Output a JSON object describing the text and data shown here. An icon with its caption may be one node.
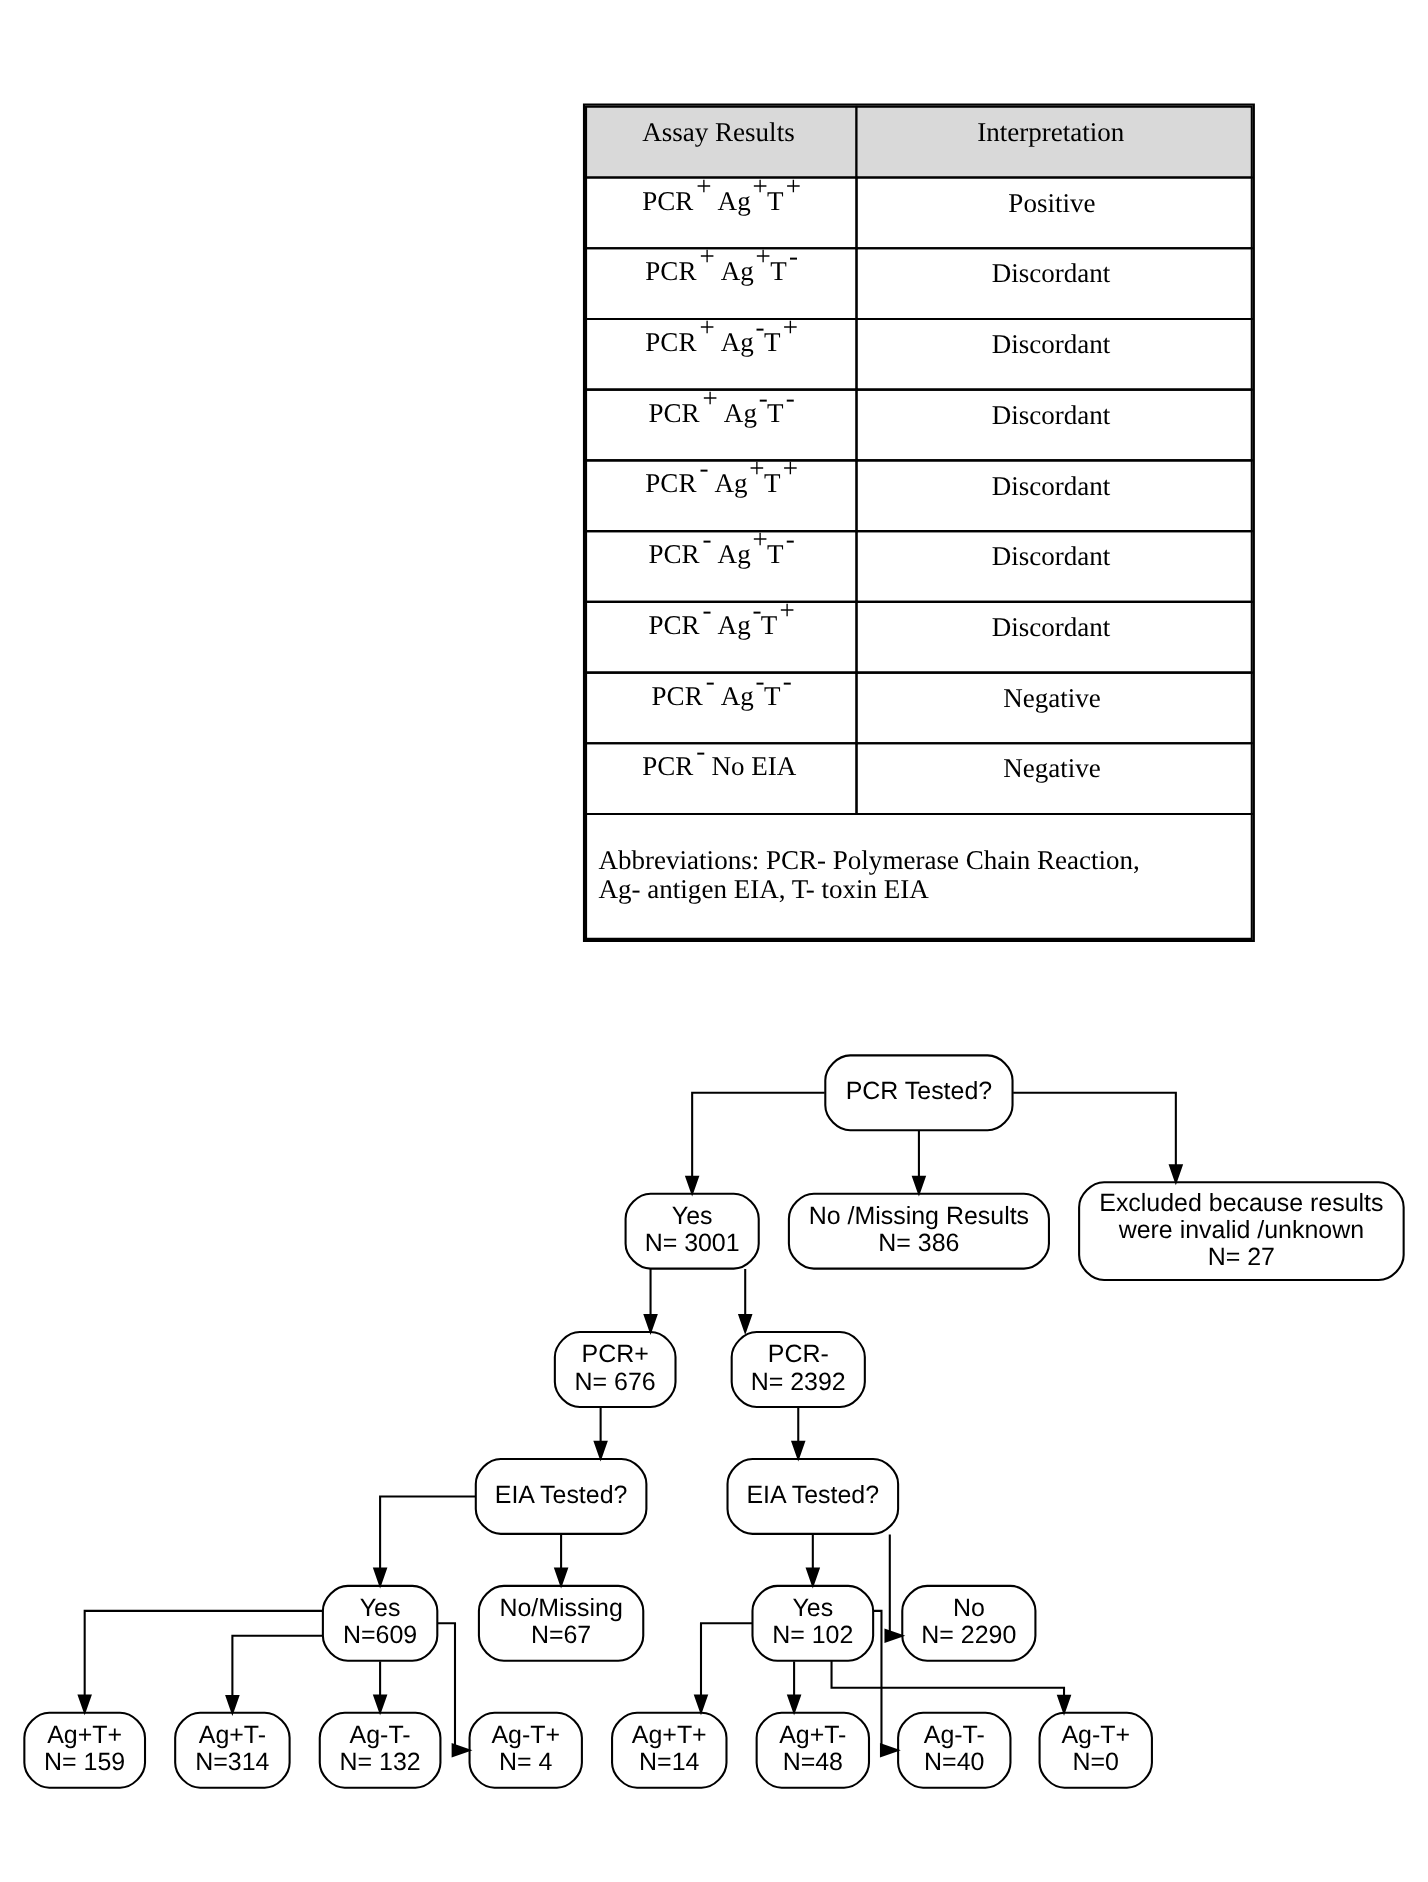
{
  "diagram": {
    "nodes": [
      {
        "text": [
          "PCR Tested?"
        ]
      },
      {
        "text": [
          "Yes",
          "N= 3001"
        ]
      },
      {
        "text": [
          "No /Missing Results",
          "N= 386"
        ]
      },
      {
        "text": [
          "Excluded because results were invalid /unknown",
          "N= 27"
        ]
      },
      {
        "text": [
          "PCR+",
          "N= 676"
        ]
      },
      {
        "text": [
          "PCR-",
          "N= 2392"
        ]
      },
      {
        "text": [
          "EIA Tested?"
        ]
      },
      {
        "text": [
          "EIA Tested?"
        ]
      },
      {
        "text": [
          "Yes",
          "N=609"
        ]
      },
      {
        "text": [
          "No/Missing",
          "N=67"
        ]
      },
      {
        "text": [
          "Yes",
          "N= 102"
        ]
      },
      {
        "text": [
          "No",
          "N= 2290"
        ]
      },
      {
        "text": [
          "Ag+T+",
          "N= 159"
        ]
      },
      {
        "text": [
          "Ag+T-",
          "N=314"
        ]
      },
      {
        "text": [
          "Ag-T-",
          "N= 132"
        ]
      },
      {
        "text": [
          "Ag-T+",
          "N= 4"
        ]
      },
      {
        "text": [
          "Ag+T+",
          "N=14"
        ]
      },
      {
        "text": [
          "Ag+T-",
          "N=48"
        ]
      },
      {
        "text": [
          "Ag-T-",
          "N=40"
        ]
      },
      {
        "text": [
          "Ag-T+",
          "N=0"
        ]
      }
    ],
    "edges": [
      {
        "from": 0,
        "to": 1,
        "arrow": "to"
      },
      {
        "from": 0,
        "to": 2,
        "arrow": "to"
      },
      {
        "from": 0,
        "to": 3,
        "arrow": "to"
      },
      {
        "from": 1,
        "to": 4,
        "arrow": "to"
      },
      {
        "from": 1,
        "to": 5,
        "arrow": "to"
      },
      {
        "from": 4,
        "to": 6,
        "arrow": "to"
      },
      {
        "from": 5,
        "to": 7,
        "arrow": "to"
      },
      {
        "from": 6,
        "to": 8,
        "arrow": "to"
      },
      {
        "from": 6,
        "to": 9,
        "arrow": "to"
      },
      {
        "from": 7,
        "to": 10,
        "arrow": "to"
      },
      {
        "from": 7,
        "to": 11,
        "arrow": "to"
      },
      {
        "from": 8,
        "to": 12,
        "arrow": "to"
      },
      {
        "from": 8,
        "to": 13,
        "arrow": "to"
      },
      {
        "from": 8,
        "to": 14,
        "arrow": "to"
      },
      {
        "from": 8,
        "to": 15,
        "arrow": "to"
      },
      {
        "from": 10,
        "to": 16,
        "arrow": "to"
      },
      {
        "from": 10,
        "to": 17,
        "arrow": "to"
      },
      {
        "from": 10,
        "to": 18,
        "arrow": "to"
      },
      {
        "from": 10,
        "to": 19,
        "arrow": "to"
      }
    ],
    "labels": [
      "Assay Results",
      "Interpretation",
      "PCR$^{+}$ Ag$^{+}$T$^{+}$",
      "Positive",
      "PCR$^{+}$ Ag$^{+}$T$^{-}$",
      "Discordant",
      "PCR$^{+}$ Ag$^{-}$T$^{+}$",
      "Discordant",
      "PCR$^{+}$ Ag$^{-}$T$^{-}$",
      "Discordant",
      "PCR$^{-}$ Ag$^{+}$T$^{+}$",
      "Discordant",
      "PCR$^{-}$ Ag$^{+}$T$^{-}$",
      "Discordant",
      "PCR$^{-}$ Ag$^{-}$T$^{+}$",
      "Discordant",
      "PCR$^{-}$ Ag$^{-}$T$^{-}$",
      "Negative",
      "PCR$^{-}$ No EIA",
      "Negative",
      "Abbreviations: PCR- Polymerase Chain Reaction, Ag- antigen EIA, T- toxin EIA"
    ]
  }
}
